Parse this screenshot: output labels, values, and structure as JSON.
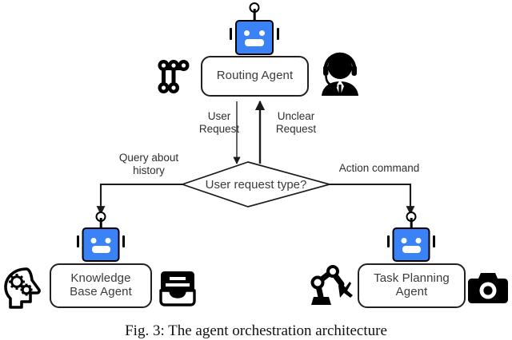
{
  "figure": {
    "caption": "Fig. 3: The agent orchestration architecture",
    "accent_color": "#3b82f6",
    "stroke_color": "#231f20"
  },
  "nodes": {
    "routing_agent": {
      "label": "Routing Agent",
      "icon_left": "gear-shift-icon",
      "icon_right": "support-headset-person-icon"
    },
    "decision": {
      "label": "User request type?"
    },
    "knowledge_base_agent": {
      "label": "Knowledge\nBase Agent",
      "icon_left": "head-with-gears-icon",
      "icon_right": "file-tray-icon"
    },
    "task_planning_agent": {
      "label": "Task Planning\nAgent",
      "icon_left": "robot-arm-icon",
      "icon_right": "camera-icon"
    }
  },
  "edges": {
    "user_request": {
      "label": "User\nRequest",
      "direction": "down"
    },
    "unclear_request": {
      "label": "Unclear\nRequest",
      "direction": "up"
    },
    "query_about_history": {
      "label": "Query about\nhistory",
      "direction": "down-left"
    },
    "action_command": {
      "label": "Action command",
      "direction": "down-right"
    }
  }
}
